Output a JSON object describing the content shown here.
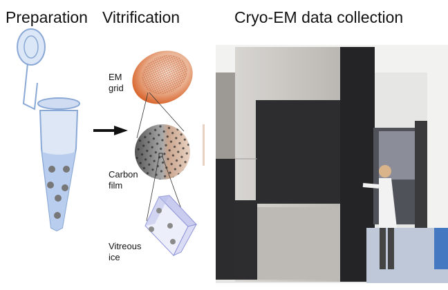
{
  "titles": {
    "preparation": "Preparation",
    "vitrification": "Vitrification",
    "collection": "Cryo-EM data collection"
  },
  "labels": {
    "em_grid": "EM\ngrid",
    "carbon_film": "Carbon\nfilm",
    "vitreous_ice": "Vitreous\nice"
  },
  "colors": {
    "grid": "#d9662e",
    "tube": "#a9c4e8",
    "ice": "#b9bde8",
    "microscope_dark": "#2b2b2d",
    "microscope_light": "#c9c6c0"
  }
}
